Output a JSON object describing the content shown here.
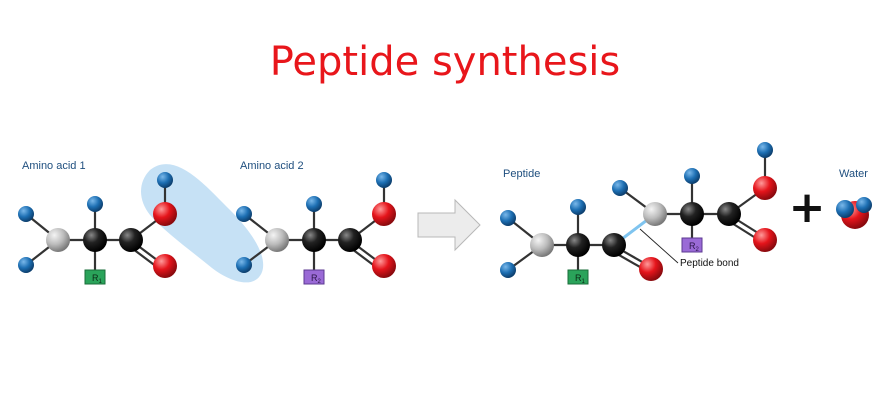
{
  "title": "Peptide synthesis",
  "labels": {
    "amino_acid_1": "Amino acid 1",
    "amino_acid_2": "Amino acid 2",
    "peptide": "Peptide",
    "water": "Water",
    "peptide_bond": "Peptide bond",
    "plus": "+"
  },
  "side_chains": {
    "r1": "R",
    "r1_sub": "1",
    "r2": "R",
    "r2_sub": "2"
  },
  "colors": {
    "title": "#e8161b",
    "label": "#1f4f7f",
    "nitrogen": "#1d6fb3",
    "alpha_carbon": "#111111",
    "carbonyl_carbon": "#111111",
    "nitrogen_atom": "#b5b5b5",
    "oxygen": "#e5141b",
    "r1_group": "#2aa35a",
    "r2_group": "#9a6ad6",
    "highlight": "#bcdcf3",
    "arrow": "#e8e8e8",
    "bond_highlight": "#7fc4ef"
  }
}
